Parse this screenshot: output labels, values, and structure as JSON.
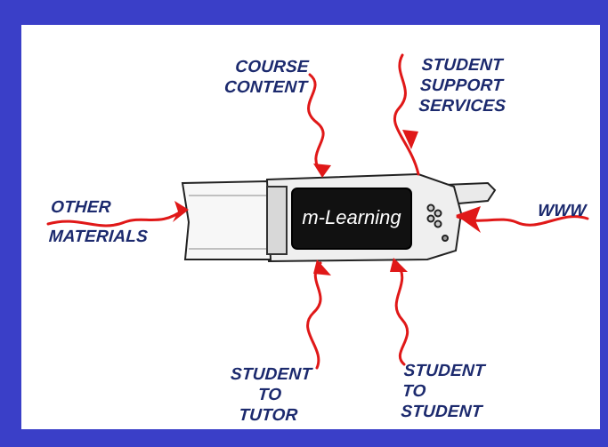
{
  "center_label": "m-Learning",
  "labels": {
    "course_content": [
      "COURSE",
      "CONTENT"
    ],
    "student_support": [
      "STUDENT",
      "SUPPORT",
      "SERVICES"
    ],
    "other_materials": [
      "OTHER",
      "MATERIALS"
    ],
    "www": "WWW",
    "student_to_tutor": [
      "STUDENT",
      "TO",
      "TUTOR"
    ],
    "student_to_student": [
      "STUDENT",
      "TO",
      "STUDENT"
    ]
  },
  "colors": {
    "border": "#3a3fc8",
    "arrow": "#e01818",
    "text": "#1c2a6e",
    "device_screen": "#111111"
  }
}
